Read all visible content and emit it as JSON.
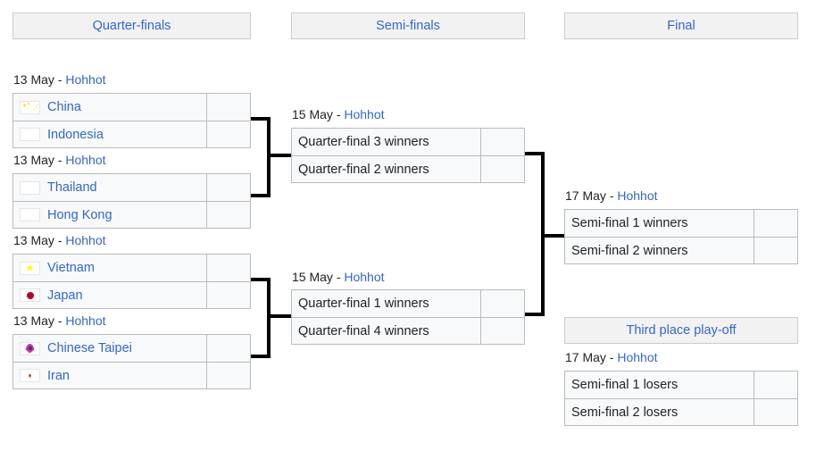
{
  "bracket": {
    "rounds": [
      {
        "id": "quarter-finals",
        "label": "Quarter-finals"
      },
      {
        "id": "semi-finals",
        "label": "Semi-finals"
      },
      {
        "id": "final",
        "label": "Final"
      },
      {
        "id": "third-place",
        "label": "Third place play-off"
      }
    ],
    "separator": "-",
    "quarter_finals": [
      {
        "id": "qf1",
        "date": "13 May",
        "venue": "Hohhot",
        "teams": [
          {
            "name": "China",
            "flag": "flag-cn",
            "score": ""
          },
          {
            "name": "Indonesia",
            "flag": "flag-id",
            "score": ""
          }
        ]
      },
      {
        "id": "qf2",
        "date": "13 May",
        "venue": "Hohhot",
        "teams": [
          {
            "name": "Thailand",
            "flag": "flag-th",
            "score": ""
          },
          {
            "name": "Hong Kong",
            "flag": "flag-hk",
            "score": ""
          }
        ]
      },
      {
        "id": "qf3",
        "date": "13 May",
        "venue": "Hohhot",
        "teams": [
          {
            "name": "Vietnam",
            "flag": "flag-vn",
            "score": ""
          },
          {
            "name": "Japan",
            "flag": "flag-jp",
            "score": ""
          }
        ]
      },
      {
        "id": "qf4",
        "date": "13 May",
        "venue": "Hohhot",
        "teams": [
          {
            "name": "Chinese Taipei",
            "flag": "flag-tw",
            "score": ""
          },
          {
            "name": "Iran",
            "flag": "flag-ir",
            "score": ""
          }
        ]
      }
    ],
    "semi_finals": [
      {
        "id": "sf1",
        "date": "15 May",
        "venue": "Hohhot",
        "teams": [
          {
            "name": "Quarter-final 3 winners",
            "score": ""
          },
          {
            "name": "Quarter-final 2 winners",
            "score": ""
          }
        ]
      },
      {
        "id": "sf2",
        "date": "15 May",
        "venue": "Hohhot",
        "teams": [
          {
            "name": "Quarter-final 1 winners",
            "score": ""
          },
          {
            "name": "Quarter-final 4 winners",
            "score": ""
          }
        ]
      }
    ],
    "final": {
      "id": "final-match",
      "date": "17 May",
      "venue": "Hohhot",
      "teams": [
        {
          "name": "Semi-final 1 winners",
          "score": ""
        },
        {
          "name": "Semi-final 2 winners",
          "score": ""
        }
      ]
    },
    "third_place": {
      "id": "third-place-match",
      "date": "17 May",
      "venue": "Hohhot",
      "teams": [
        {
          "name": "Semi-final 1 losers",
          "score": ""
        },
        {
          "name": "Semi-final 2 losers",
          "score": ""
        }
      ]
    }
  },
  "colors": {
    "link": "#3366cc",
    "text": "#202122",
    "header_bg": "#f2f2f2",
    "header_border": "#cccccc",
    "cell_bg": "#f8f9fa",
    "cell_border": "#bbbbbb",
    "connector": "#000000"
  }
}
